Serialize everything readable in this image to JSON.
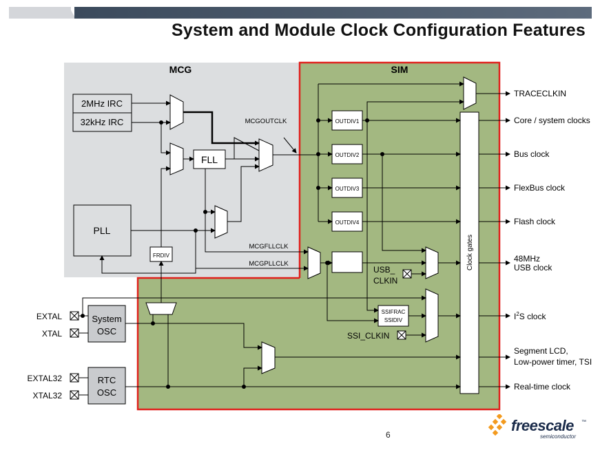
{
  "slide": {
    "title": "System and Module Clock Configuration Features",
    "page_number": "6"
  },
  "regions": {
    "mcg": "MCG",
    "sim": "SIM"
  },
  "sources": {
    "irc_2mhz": "2MHz IRC",
    "irc_32khz": "32kHz IRC",
    "fll": "FLL",
    "pll": "PLL",
    "frdiv": "FRDIV",
    "system_osc_line1": "System",
    "system_osc_line2": "OSC",
    "rtc_osc_line1": "RTC",
    "rtc_osc_line2": "OSC"
  },
  "signals": {
    "mcgoutclk": "MCGOUTCLK",
    "mcgfllclk": "MCGFLLCLK",
    "mcgpllclk": "MCGPLLCLK"
  },
  "dividers": {
    "outdiv1": "OUTDIV1",
    "outdiv2": "OUTDIV2",
    "outdiv3": "OUTDIV3",
    "outdiv4": "OUTDIV4",
    "ssifrac": "SSIFRAC",
    "ssidiv": "SSIDIV"
  },
  "clock_gates": "Clock gates",
  "pins": {
    "extal": "EXTAL",
    "xtal": "XTAL",
    "extal32": "EXTAL32",
    "xtal32": "XTAL32",
    "usb_clkin_line1": "USB_",
    "usb_clkin_line2": "CLKIN",
    "ssi_clkin": "SSI_CLKIN"
  },
  "outputs": {
    "traceclkin": "TRACECLKIN",
    "core_system": "Core / system clocks",
    "bus": "Bus clock",
    "flexbus": "FlexBus clock",
    "flash": "Flash clock",
    "usb_line1": "48MHz",
    "usb_line2": "USB clock",
    "i2s_prefix": "I",
    "i2s_sup": "2",
    "i2s_suffix": "S clock",
    "lcd_line1": "Segment LCD,",
    "lcd_line2": "Low-power timer, TSI",
    "rtc": "Real-time clock"
  },
  "logo": {
    "word": "freescale",
    "tm": "™",
    "sub": "semiconductor"
  },
  "colors": {
    "mcg_bg": "#dcdee0",
    "sim_bg": "#a3b881",
    "highlight_border": "#e0201c",
    "line": "#000000"
  }
}
